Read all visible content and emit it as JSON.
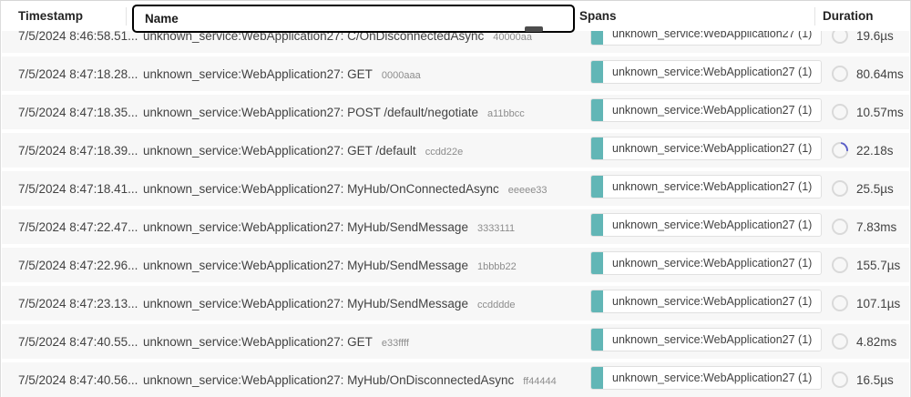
{
  "header": {
    "columns": {
      "timestamp": "Timestamp",
      "name": "Name",
      "spans": "Spans",
      "duration": "Duration"
    },
    "name_filter_value": "Name"
  },
  "colors": {
    "teal_span_swatch": "#62b6b6",
    "spinner_accent": "#5b5fc7",
    "row_background": "#f7f7f7"
  },
  "rows": [
    {
      "timestamp": "7/5/2024 8:46:58.51...",
      "name": "unknown_service:WebApplication27: C/OnDisconnectedAsync",
      "trace_id": "40000aa",
      "spans": "unknown_service:WebApplication27 (1)",
      "duration": "19.6µs",
      "in_progress": false
    },
    {
      "timestamp": "7/5/2024 8:47:18.28...",
      "name": "unknown_service:WebApplication27: GET",
      "trace_id": "0000aaa",
      "spans": "unknown_service:WebApplication27 (1)",
      "duration": "80.64ms",
      "in_progress": false
    },
    {
      "timestamp": "7/5/2024 8:47:18.35...",
      "name": "unknown_service:WebApplication27: POST /default/negotiate",
      "trace_id": "a11bbcc",
      "spans": "unknown_service:WebApplication27 (1)",
      "duration": "10.57ms",
      "in_progress": false
    },
    {
      "timestamp": "7/5/2024 8:47:18.39...",
      "name": "unknown_service:WebApplication27: GET /default",
      "trace_id": "ccdd22e",
      "spans": "unknown_service:WebApplication27 (1)",
      "duration": "22.18s",
      "in_progress": true
    },
    {
      "timestamp": "7/5/2024 8:47:18.41...",
      "name": "unknown_service:WebApplication27: MyHub/OnConnectedAsync",
      "trace_id": "eeeee33",
      "spans": "unknown_service:WebApplication27 (1)",
      "duration": "25.5µs",
      "in_progress": false
    },
    {
      "timestamp": "7/5/2024 8:47:22.47...",
      "name": "unknown_service:WebApplication27: MyHub/SendMessage",
      "trace_id": "3333111",
      "spans": "unknown_service:WebApplication27 (1)",
      "duration": "7.83ms",
      "in_progress": false
    },
    {
      "timestamp": "7/5/2024 8:47:22.96...",
      "name": "unknown_service:WebApplication27: MyHub/SendMessage",
      "trace_id": "1bbbb22",
      "spans": "unknown_service:WebApplication27 (1)",
      "duration": "155.7µs",
      "in_progress": false
    },
    {
      "timestamp": "7/5/2024 8:47:23.13...",
      "name": "unknown_service:WebApplication27: MyHub/SendMessage",
      "trace_id": "ccdddde",
      "spans": "unknown_service:WebApplication27 (1)",
      "duration": "107.1µs",
      "in_progress": false
    },
    {
      "timestamp": "7/5/2024 8:47:40.55...",
      "name": "unknown_service:WebApplication27: GET",
      "trace_id": "e33ffff",
      "spans": "unknown_service:WebApplication27 (1)",
      "duration": "4.82ms",
      "in_progress": false
    },
    {
      "timestamp": "7/5/2024 8:47:40.56...",
      "name": "unknown_service:WebApplication27: MyHub/OnDisconnectedAsync",
      "trace_id": "ff44444",
      "spans": "unknown_service:WebApplication27 (1)",
      "duration": "16.5µs",
      "in_progress": false
    }
  ]
}
